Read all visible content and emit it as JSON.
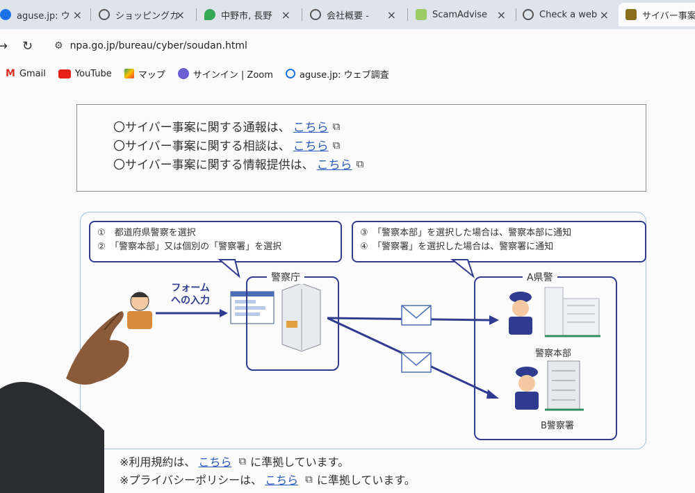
{
  "browser": {
    "tabs": [
      {
        "label": "aguse.jp: ウ",
        "favicon_color": "#1a73e8"
      },
      {
        "label": "ショッピングカ",
        "favicon_color": "#555"
      },
      {
        "label": "中野市, 長野",
        "favicon_color": "#34a853"
      },
      {
        "label": "会社概要 - ",
        "favicon_color": "#555"
      },
      {
        "label": "ScamAdvise",
        "favicon_color": "#9ccc65"
      },
      {
        "label": "Check a web",
        "favicon_color": "#555"
      },
      {
        "label": "サイバー事案",
        "favicon_color": "#8a6d1a"
      }
    ],
    "url": "npa.go.jp/bureau/cyber/soudan.html",
    "bookmarks": [
      {
        "label": "Gmail"
      },
      {
        "label": "YouTube"
      },
      {
        "label": "マップ"
      },
      {
        "label": "サインイン | Zoom"
      },
      {
        "label": "aguse.jp: ウェブ調査"
      }
    ]
  },
  "links": {
    "report": {
      "prefix": "〇サイバー事案に関する通報は、",
      "link": "こちら"
    },
    "consult": {
      "prefix": "〇サイバー事案に関する相談は、",
      "link": "こちら"
    },
    "info": {
      "prefix": "〇サイバー事案に関する情報提供は、",
      "link": "こちら"
    }
  },
  "diagram": {
    "bubble_left": {
      "line1": "①　都道府県警察を選択",
      "line2": "②　「警察本部」又は個別の「警察署」を選択"
    },
    "bubble_right": {
      "line1": "③　「警察本部」を選択した場合は、警察本部に通知",
      "line2": "④　「警察署」を選択した場合は、警察署に通知"
    },
    "form_input": {
      "line1": "フォーム",
      "line2": "への入力"
    },
    "npa_label": "警察庁",
    "pref_label": "A県警",
    "hq_label": "警察本部",
    "station_label": "B警察署"
  },
  "footer": {
    "terms": {
      "prefix": "※利用規約は、",
      "link": "こちら",
      "suffix": "に準拠しています。"
    },
    "privacy": {
      "prefix": "※プライバシーポリシーは、",
      "link": "こちら",
      "suffix": "に準拠しています。"
    }
  },
  "colors": {
    "accent_navy": "#2f3b8f",
    "link_blue": "#2a5bb8",
    "diagram_border": "#9ac0e6"
  }
}
